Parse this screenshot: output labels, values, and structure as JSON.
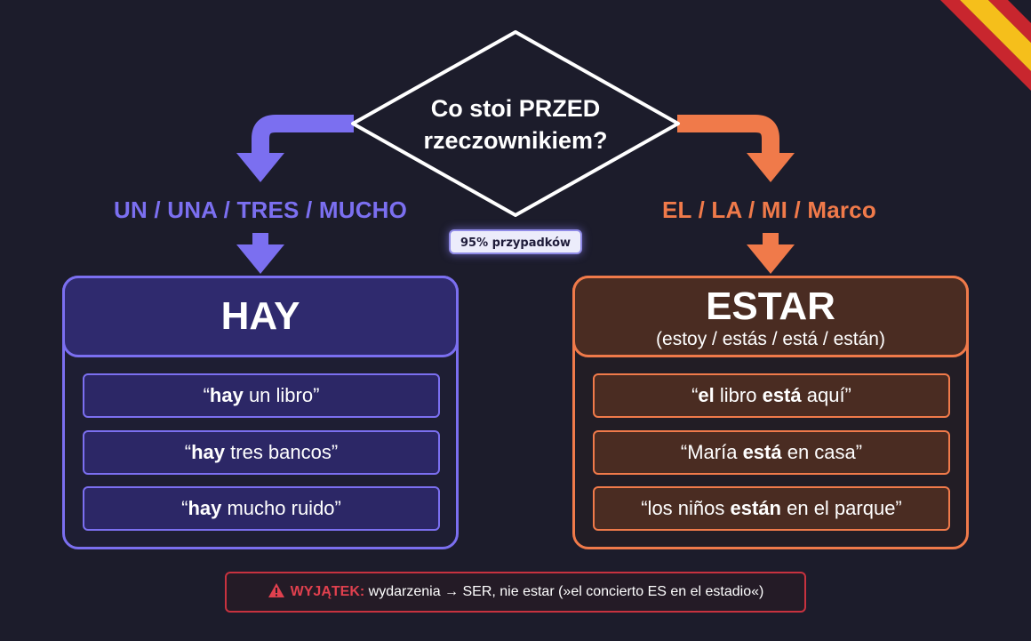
{
  "question": {
    "line1": "Co stoi PRZED",
    "line2": "rzeczownikiem?"
  },
  "left_branch": {
    "condition": "UN / UNA / TRES / MUCHO"
  },
  "right_branch": {
    "condition": "EL / LA / MI / Marco"
  },
  "badge": "95% przypadków",
  "hay": {
    "title": "HAY",
    "examples": [
      {
        "open": "“",
        "bold1": "hay",
        "rest1": " un libro”"
      },
      {
        "open": "“",
        "bold1": "hay",
        "rest1": " tres bancos”"
      },
      {
        "open": "“",
        "bold1": "hay",
        "rest1": " mucho ruido”"
      }
    ]
  },
  "estar": {
    "title": "ESTAR",
    "forms": "(estoy / estás / está / están)",
    "examples": [
      {
        "open": "“",
        "bold1": "el",
        "mid": " libro ",
        "bold2": "está",
        "rest": " aquí”"
      },
      {
        "open": "“María ",
        "bold1": "",
        "mid": "",
        "bold2": "está",
        "rest": " en casa”"
      },
      {
        "open": "“los niños ",
        "bold1": "",
        "mid": "",
        "bold2": "están",
        "rest": " en el parque”"
      }
    ]
  },
  "exception": {
    "label": "WYJĄTEK:",
    "text": " wydarzenia → SER, nie estar (»el concierto ES en el estadio«)"
  },
  "colors": {
    "background": "#1c1c2b",
    "hay_accent": "#7b6ff0",
    "estar_accent": "#f07a4a",
    "exception_accent": "#c7323f",
    "flag_red": "#c8262e",
    "flag_yellow": "#f5bf1b"
  },
  "icons": {
    "warning": "warning-triangle-icon",
    "flag": "spain-flag-corner"
  }
}
